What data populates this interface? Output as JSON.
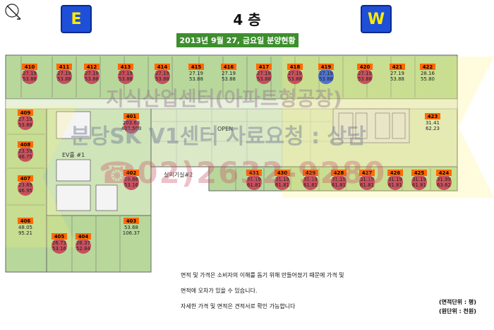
{
  "header": {
    "floor_title": "4 층",
    "date_banner": "2013년 9월 27, 금요일 분양현황",
    "east_label": "E",
    "west_label": "W"
  },
  "watermarks": {
    "line1": "지식산업센터(아파트형공장)",
    "line2": "분당SK V1센터 자료요청 : 상담",
    "line3": "☎02)2632-9280"
  },
  "rooms": {
    "open": "OPEN",
    "ev": "EV홀 #1",
    "machine": "실외기실#2"
  },
  "units": [
    {
      "no": "410",
      "a": "27.19",
      "b": "53.88",
      "status": "sold"
    },
    {
      "no": "411",
      "a": "27.19",
      "b": "53.88",
      "status": "sold"
    },
    {
      "no": "412",
      "a": "27.19",
      "b": "53.88",
      "status": "sold"
    },
    {
      "no": "413",
      "a": "27.19",
      "b": "53.88",
      "status": "sold"
    },
    {
      "no": "414",
      "a": "27.19",
      "b": "53.88",
      "status": "sold"
    },
    {
      "no": "415",
      "a": "27.19",
      "b": "53.88",
      "status": "available"
    },
    {
      "no": "416",
      "a": "27.19",
      "b": "53.88",
      "status": "available"
    },
    {
      "no": "417",
      "a": "27.19",
      "b": "53.88",
      "status": "sold"
    },
    {
      "no": "418",
      "a": "27.19",
      "b": "53.88",
      "status": "sold"
    },
    {
      "no": "419",
      "a": "27.19",
      "b": "53.88",
      "status": "reserved"
    },
    {
      "no": "420",
      "a": "27.19",
      "b": "53.88",
      "status": "sold"
    },
    {
      "no": "421",
      "a": "27.19",
      "b": "53.88",
      "status": "available"
    },
    {
      "no": "422",
      "a": "28.16",
      "b": "55.80",
      "status": "available"
    },
    {
      "no": "409",
      "a": "27.19",
      "b": "53.88",
      "status": "sold"
    },
    {
      "no": "408",
      "a": "23.59",
      "b": "46.75",
      "status": "sold"
    },
    {
      "no": "407",
      "a": "23.69",
      "b": "46.95",
      "status": "sold"
    },
    {
      "no": "406",
      "a": "48.05",
      "b": "95.21",
      "status": "available"
    },
    {
      "no": "405",
      "a": "26.73",
      "b": "53.16",
      "status": "sold"
    },
    {
      "no": "404",
      "a": "26.37",
      "b": "52.84",
      "status": "sold"
    },
    {
      "no": "403",
      "a": "53.68",
      "b": "106.37",
      "status": "available"
    },
    {
      "no": "402",
      "a": "26.88",
      "b": "53.16",
      "status": "sold"
    },
    {
      "no": "401",
      "a": "203.63",
      "b": "403.500",
      "status": "sold"
    },
    {
      "no": "423",
      "a": "31.41",
      "b": "62.23",
      "status": "available"
    },
    {
      "no": "424",
      "a": "31.99",
      "b": "63.62",
      "status": "sold"
    },
    {
      "no": "425",
      "a": "31.19",
      "b": "61.81",
      "status": "sold"
    },
    {
      "no": "426",
      "a": "31.19",
      "b": "61.81",
      "status": "sold"
    },
    {
      "no": "427",
      "a": "31.19",
      "b": "61.81",
      "status": "sold"
    },
    {
      "no": "428",
      "a": "31.19",
      "b": "61.81",
      "status": "sold"
    },
    {
      "no": "429",
      "a": "31.19",
      "b": "61.81",
      "status": "sold"
    },
    {
      "no": "430",
      "a": "31.19",
      "b": "61.81",
      "status": "sold"
    },
    {
      "no": "431",
      "a": "31.19",
      "b": "61.81",
      "status": "sold"
    }
  ],
  "status_colors": {
    "sold": "#c93a52",
    "reserved": "#3b5fd8",
    "available": "none",
    "tag": "#ff6a00"
  },
  "notes": {
    "line1": "면적 및 가격은 소비자의 이해를 돕기 위해 만들어졌기 때문에 가격 및",
    "line2": "면적에 오차가 있을 수 있습니다.",
    "line3": "자세한 가격 및 면적은 견적서로 확인 가능합니다",
    "unit_area": "(면적단위 : 평)",
    "unit_price": "(원단위 : 천원)"
  }
}
